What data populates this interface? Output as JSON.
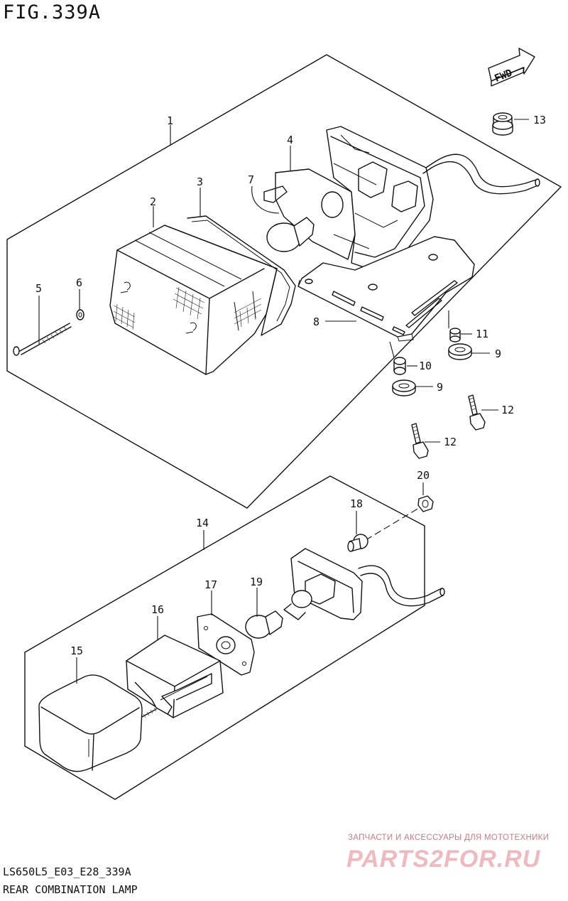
{
  "figure": {
    "title": "FIG.339A"
  },
  "fwd_arrow_label": "FWD",
  "callouts": {
    "c1": "1",
    "c2": "2",
    "c3": "3",
    "c4": "4",
    "c5": "5",
    "c6": "6",
    "c7": "7",
    "c8": "8",
    "c9a": "9",
    "c9b": "9",
    "c10": "10",
    "c11": "11",
    "c12a": "12",
    "c12b": "12",
    "c13": "13",
    "c14": "14",
    "c15": "15",
    "c16": "16",
    "c17": "17",
    "c18": "18",
    "c19": "19",
    "c20": "20"
  },
  "watermark": {
    "tagline": "ЗАПЧАСТИ И АКСЕССУАРЫ ДЛЯ МОТОТЕХНИКИ",
    "brand": "PARTS2FOR.RU"
  },
  "footer": {
    "code": "LS650L5_E03_E28_339A",
    "name": "REAR COMBINATION LAMP"
  }
}
